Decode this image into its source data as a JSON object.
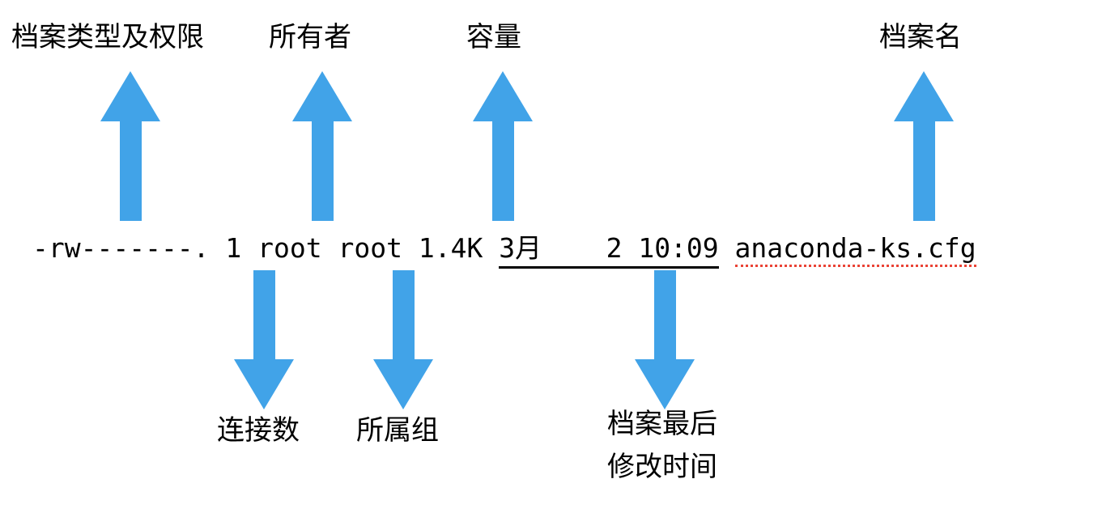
{
  "colors": {
    "arrow": "#41A3E8",
    "text": "#000000",
    "filename_underline": "#ea4335"
  },
  "labels": {
    "top": [
      {
        "text": "档案类型及权限"
      },
      {
        "text": "所有者"
      },
      {
        "text": "容量"
      },
      {
        "text": "档案名"
      }
    ],
    "bottom": [
      {
        "text": "连接数"
      },
      {
        "text": "所属组"
      },
      {
        "line1": "档案最后",
        "line2": "修改时间"
      }
    ]
  },
  "terminal": {
    "permissions": "-rw-------.",
    "link_count": "1",
    "owner": "root",
    "group": "root",
    "size": "1.4K",
    "mtime": "3月    2 10:09",
    "filename": "anaconda-ks.cfg"
  }
}
